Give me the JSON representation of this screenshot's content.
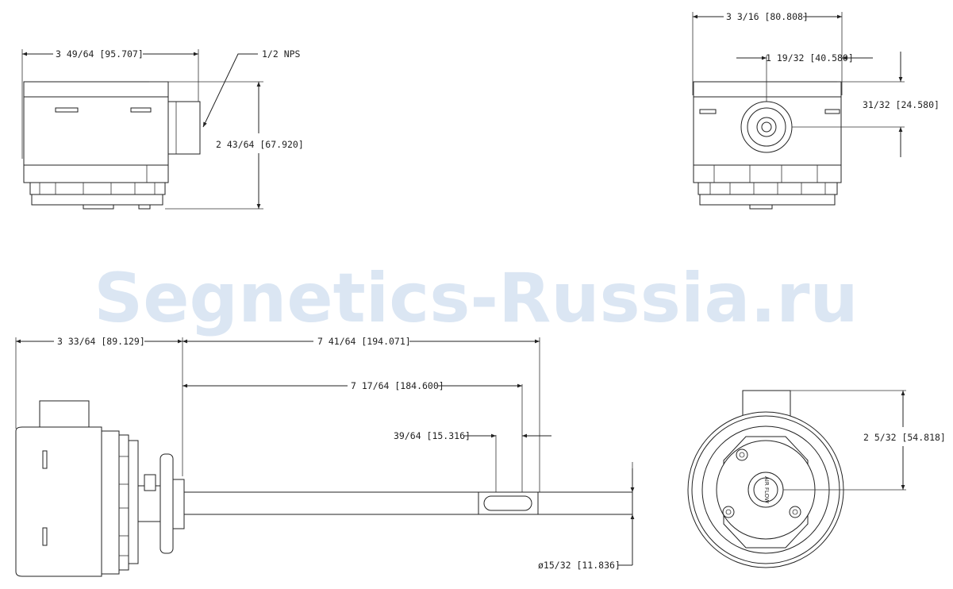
{
  "watermark": "Segnetics-Russia.ru",
  "top_left_view": {
    "width_label": "3 49/64 [95.707]",
    "fitting_label": "1/2 NPS",
    "height_label": "2 43/64 [67.920]"
  },
  "top_right_view": {
    "width_label": "3 3/16 [80.808]",
    "offset_label": "1 19/32 [40.580]",
    "height_label": "31/32 [24.580]"
  },
  "side_view": {
    "housing_label": "3 33/64 [89.129]",
    "total_probe_label": "7 41/64 [194.071]",
    "probe_to_slot_label": "7 17/64 [184.600]",
    "slot_label": "39/64 [15.316]",
    "diameter_label": "ø15/32 [11.836]"
  },
  "end_view": {
    "height_label": "2 5/32 [54.818]",
    "airflow_text": "AIR FLOW"
  }
}
